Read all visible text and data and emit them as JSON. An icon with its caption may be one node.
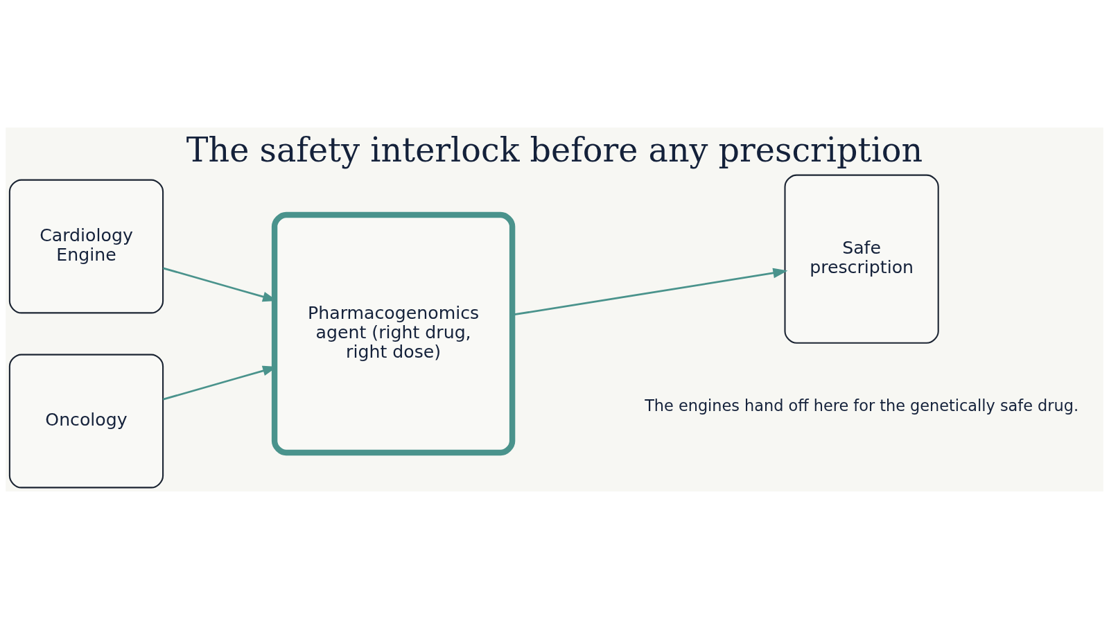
{
  "diagram": {
    "title": "The safety interlock before any prescription",
    "caption": "The engines hand off here for the genetically safe drug.",
    "nodes": [
      {
        "text": [
          "Cardiology Engine"
        ]
      },
      {
        "text": [
          "Oncology"
        ]
      },
      {
        "text": [
          "Pharmacogenomics agent (right drug, right dose)"
        ]
      },
      {
        "text": [
          "Safe prescription"
        ]
      }
    ],
    "edges": [
      {
        "from": 0,
        "to": 2,
        "arrow": "to"
      },
      {
        "from": 1,
        "to": 2,
        "arrow": "to"
      },
      {
        "from": 2,
        "to": 3,
        "arrow": "to"
      }
    ]
  }
}
